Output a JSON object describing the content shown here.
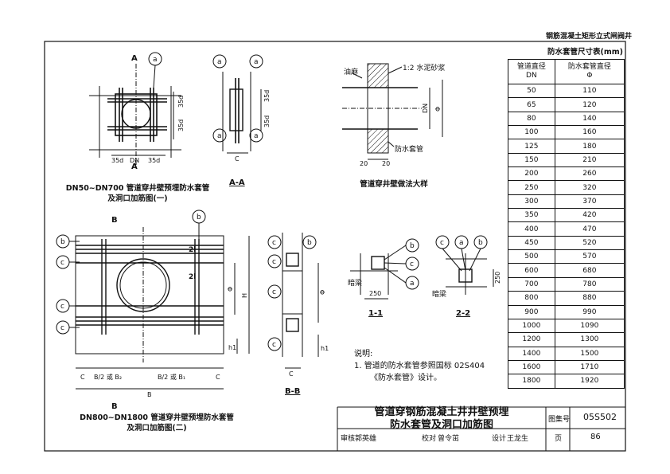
{
  "header": "钢筋混凝土矩形立式闸阀井",
  "table": {
    "caption": "防水套管尺寸表(mm)",
    "col1": "管道直径\nDN",
    "col2": "防水套管直径\nΦ",
    "rows": [
      [
        "50",
        "110"
      ],
      [
        "65",
        "120"
      ],
      [
        "80",
        "140"
      ],
      [
        "100",
        "160"
      ],
      [
        "125",
        "180"
      ],
      [
        "150",
        "210"
      ],
      [
        "200",
        "260"
      ],
      [
        "250",
        "320"
      ],
      [
        "300",
        "370"
      ],
      [
        "350",
        "420"
      ],
      [
        "400",
        "470"
      ],
      [
        "450",
        "520"
      ],
      [
        "500",
        "570"
      ],
      [
        "600",
        "680"
      ],
      [
        "700",
        "780"
      ],
      [
        "800",
        "880"
      ],
      [
        "900",
        "990"
      ],
      [
        "1000",
        "1090"
      ],
      [
        "1200",
        "1300"
      ],
      [
        "1400",
        "1500"
      ],
      [
        "1600",
        "1710"
      ],
      [
        "1800",
        "1920"
      ]
    ]
  },
  "captions": {
    "fig1_l1": "DN50~DN700 管道穿井壁预埋防水套管",
    "fig1_l2": "及洞口加筋图(一)",
    "fig2_l1": "DN800~DN1800 管道穿井壁预埋防水套管",
    "fig2_l2": "及洞口加筋图(二)",
    "detail": "管道穿井壁做法大样",
    "aa": "A-A",
    "bb": "B-B",
    "s11": "1-1",
    "s22": "2-2"
  },
  "labels": {
    "A": "A",
    "B": "B",
    "a": "a",
    "b": "b",
    "c": "c",
    "d35": "35d",
    "DN": "DN",
    "C": "C",
    "H": "H",
    "h1": "h1",
    "phi": "Φ",
    "two_l": "2l",
    "B2": "B/2 或 B₂",
    "B1": "B/2 或 B₁",
    "mortar": "1:2 水泥砂浆",
    "yuma": "油麻",
    "sleeve": "防水套管",
    "n20a": "20",
    "n20b": "20",
    "n250": "250",
    "anliang": "暗梁"
  },
  "notes": {
    "title": "说明:",
    "line1": "1. 管道的防水套管参照国标 02S404",
    "line2": "《防水套管》设计。"
  },
  "title_block": {
    "title_l1": "管道穿钢筋混凝土井井壁预埋",
    "title_l2": "防水套管及洞口加筋图",
    "atlas_label": "图集号",
    "atlas_no": "05S502",
    "review_label": "审核",
    "reviewer": "郭英雄",
    "check_label": "校对",
    "checker": "曾令茁",
    "design_label": "设计",
    "designer": "王龙生",
    "page_label": "页",
    "page_no": "86"
  }
}
